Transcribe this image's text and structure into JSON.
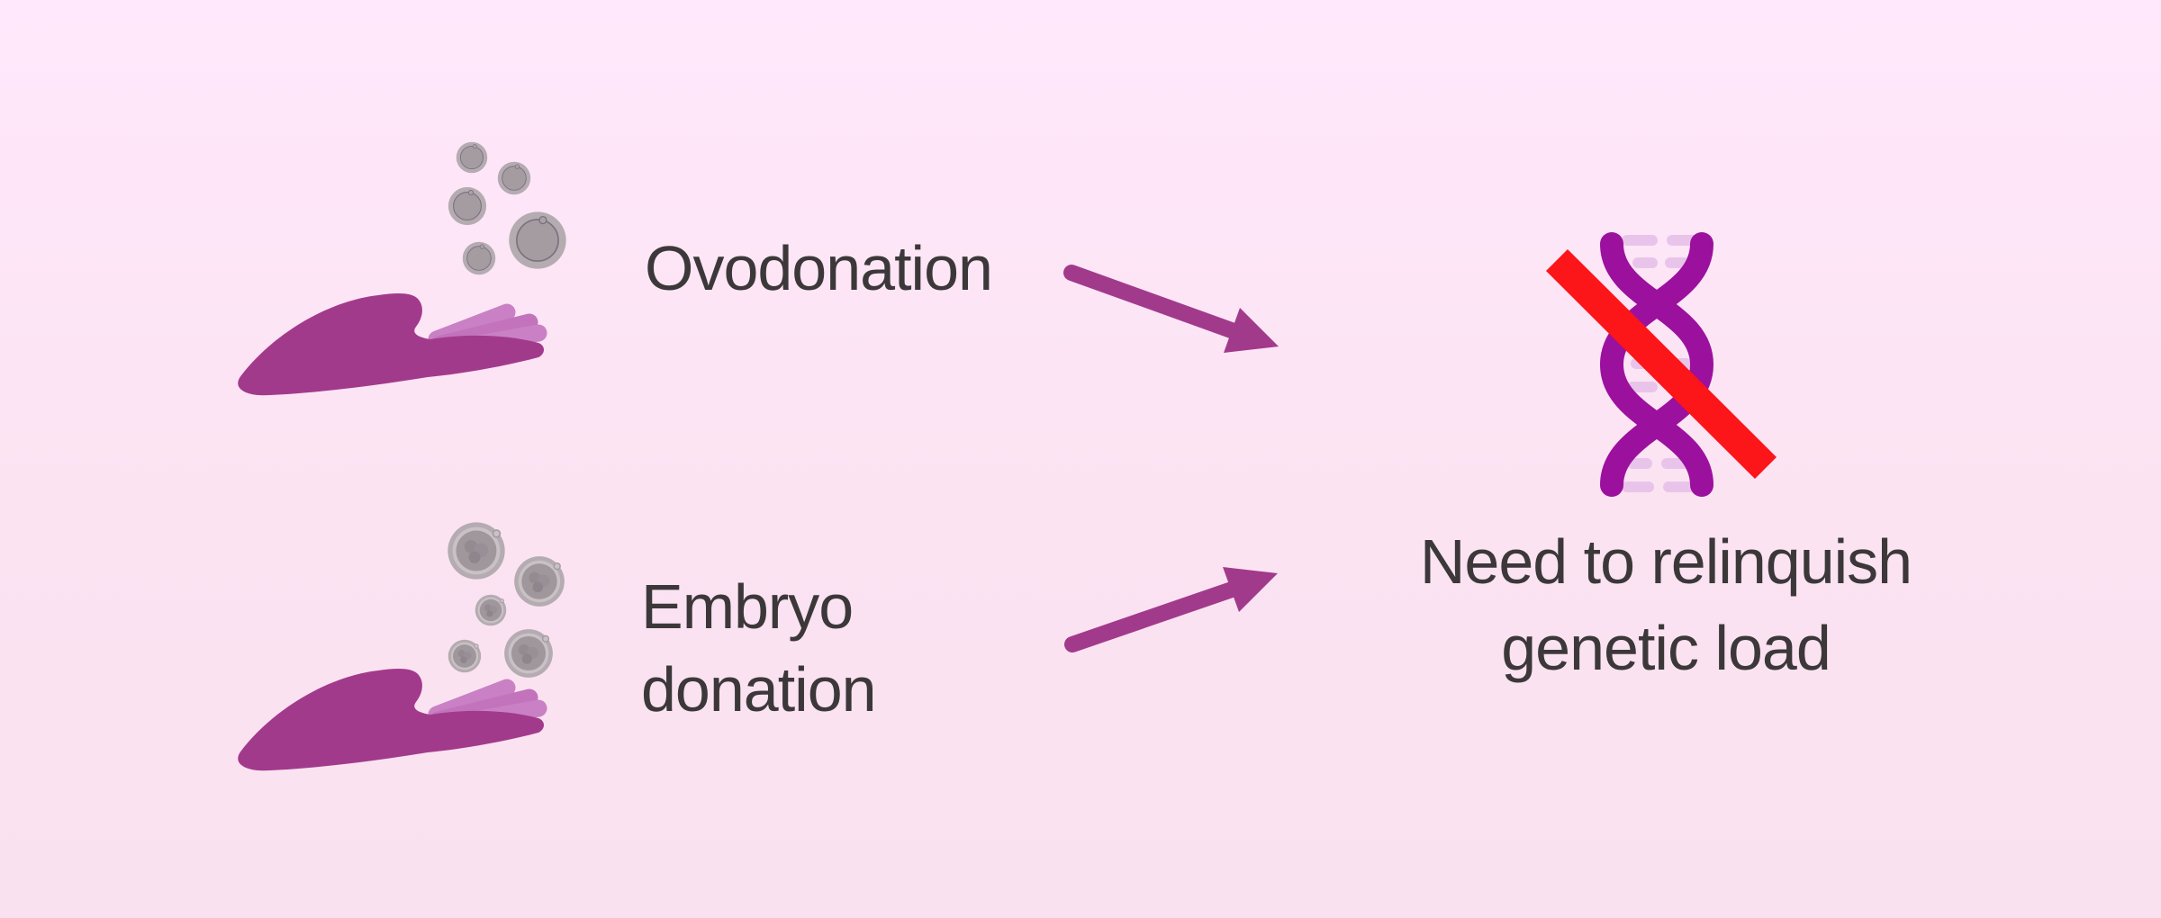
{
  "diagram": {
    "nodes": [
      {
        "id": "ovodonation",
        "label": "Ovodonation",
        "icon": "hand-holding-oocytes"
      },
      {
        "id": "embryo-donation",
        "label": "Embryo donation",
        "icon": "hand-holding-embryos"
      }
    ],
    "outcome": {
      "label": "Need to relinquish genetic load",
      "icon": "crossed-out-dna"
    },
    "arrows": [
      {
        "from": "ovodonation",
        "to": "outcome",
        "direction": "down-right"
      },
      {
        "from": "embryo-donation",
        "to": "outcome",
        "direction": "up-right"
      }
    ]
  },
  "colors": {
    "background_top": "#ffe8fb",
    "background_bottom": "#fae1f0",
    "text": "#3c383a",
    "magenta": "#a23a8c",
    "finger_light": "#ca80c4",
    "finger_mid": "#c273bb",
    "dna_purple": "#9c109e",
    "dna_rung": "#e9c4ea",
    "prohibit_red": "#fc1519",
    "cell_gray_outer": "#b4acb1",
    "cell_gray_inner": "#a59ca2",
    "embryo_mass": "#a0979d"
  }
}
